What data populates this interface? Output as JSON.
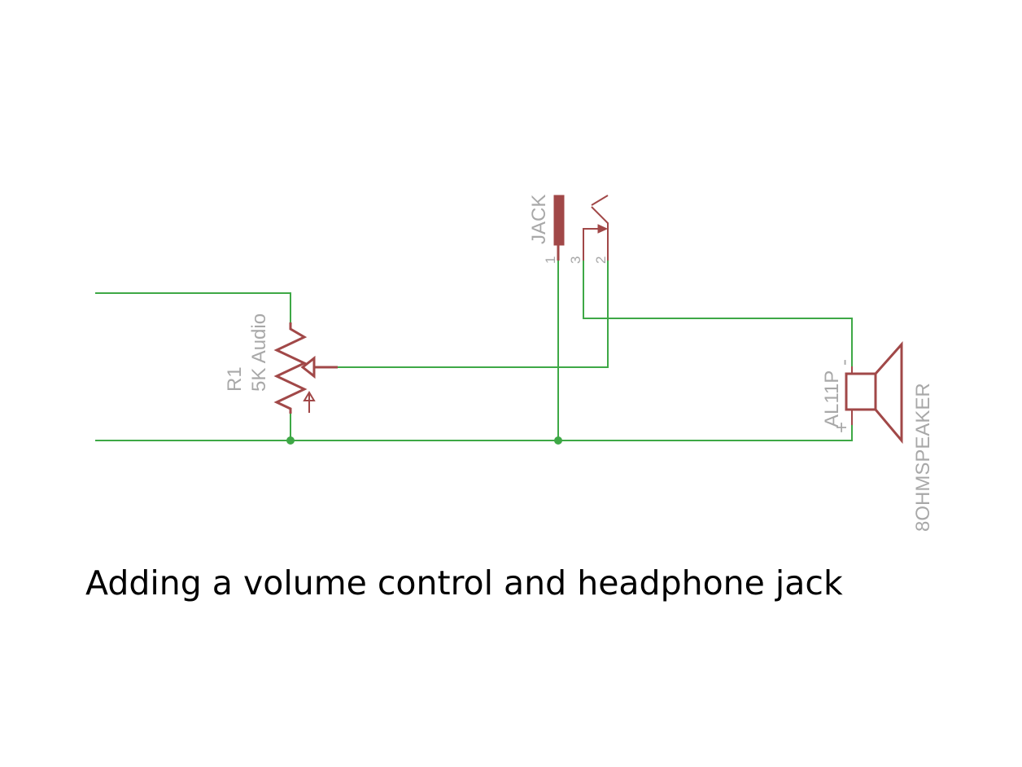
{
  "colors": {
    "wire": "#3ea846",
    "symbol": "#a14848",
    "label": "#a8a8a8",
    "caption": "#000000",
    "background": "#ffffff"
  },
  "components": {
    "potentiometer": {
      "name": "R1",
      "value": "5K Audio"
    },
    "jack": {
      "name": "JACK",
      "pins": {
        "pin1": "1",
        "pin2": "2",
        "pin3": "3"
      }
    },
    "speaker": {
      "value": "AL11P",
      "name": "8OHMSPEAKER",
      "polarity_plus": "+",
      "polarity_minus": "-"
    }
  },
  "caption": "Adding a volume control and headphone jack"
}
